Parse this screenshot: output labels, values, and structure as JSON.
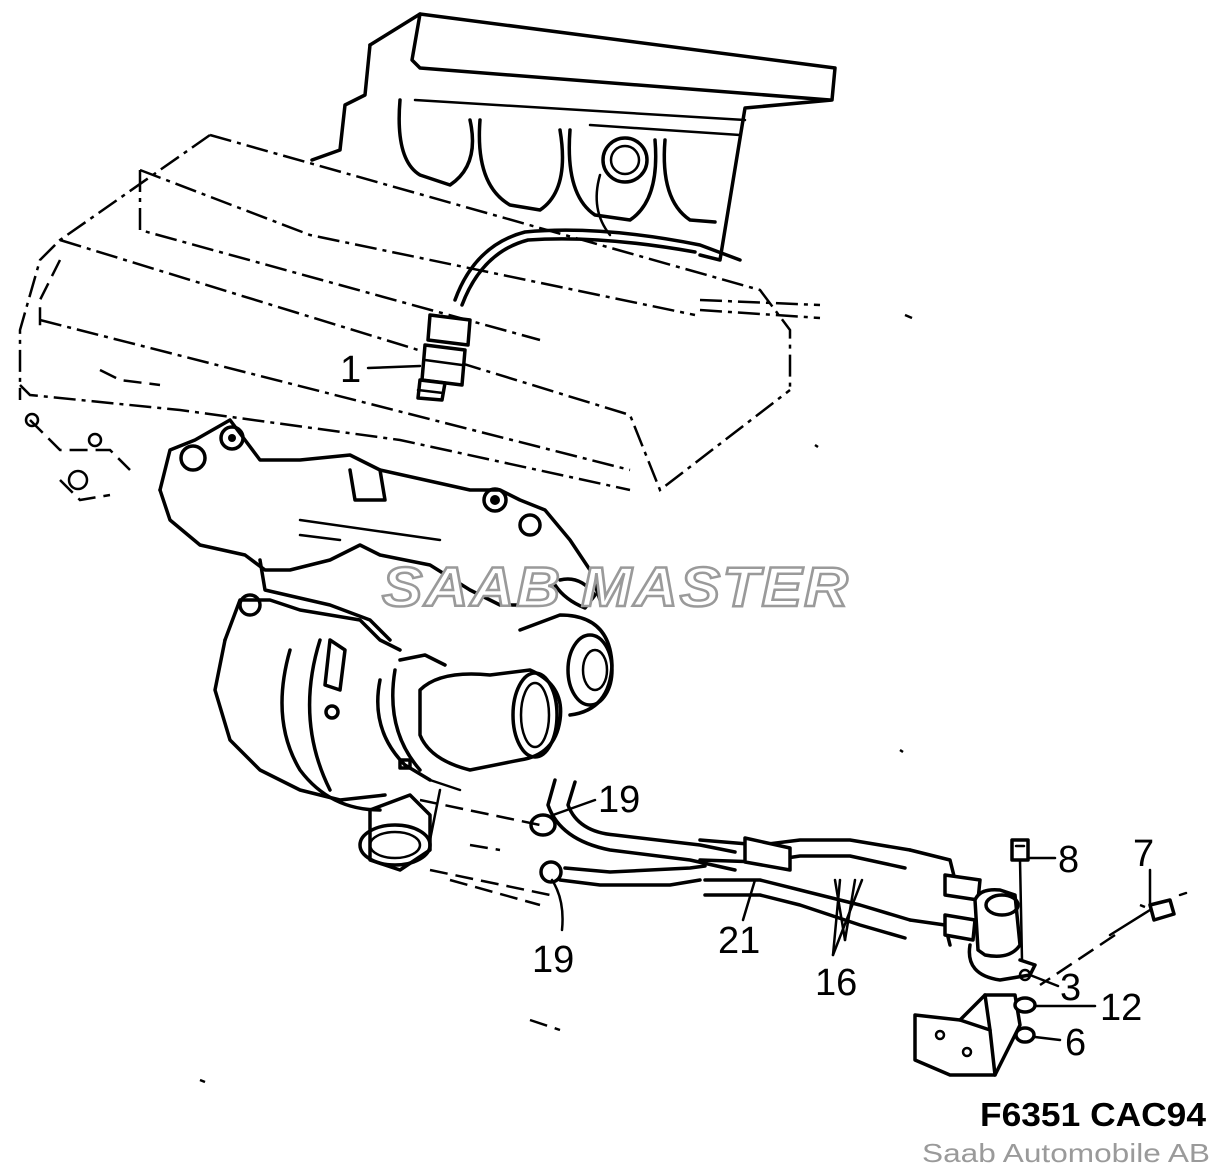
{
  "callouts": {
    "c1": "1",
    "c3": "3",
    "c6": "6",
    "c7": "7",
    "c8": "8",
    "c12": "12",
    "c16": "16",
    "c19a": "19",
    "c19b": "19",
    "c21": "21"
  },
  "figure_code": "F6351 CAC94",
  "credit": "Saab Automobile AB",
  "watermark": "SAAB MASTER",
  "colors": {
    "line": "#000000",
    "background": "#ffffff",
    "watermark": "#9a9a9a",
    "credit": "#9a9a9a"
  }
}
